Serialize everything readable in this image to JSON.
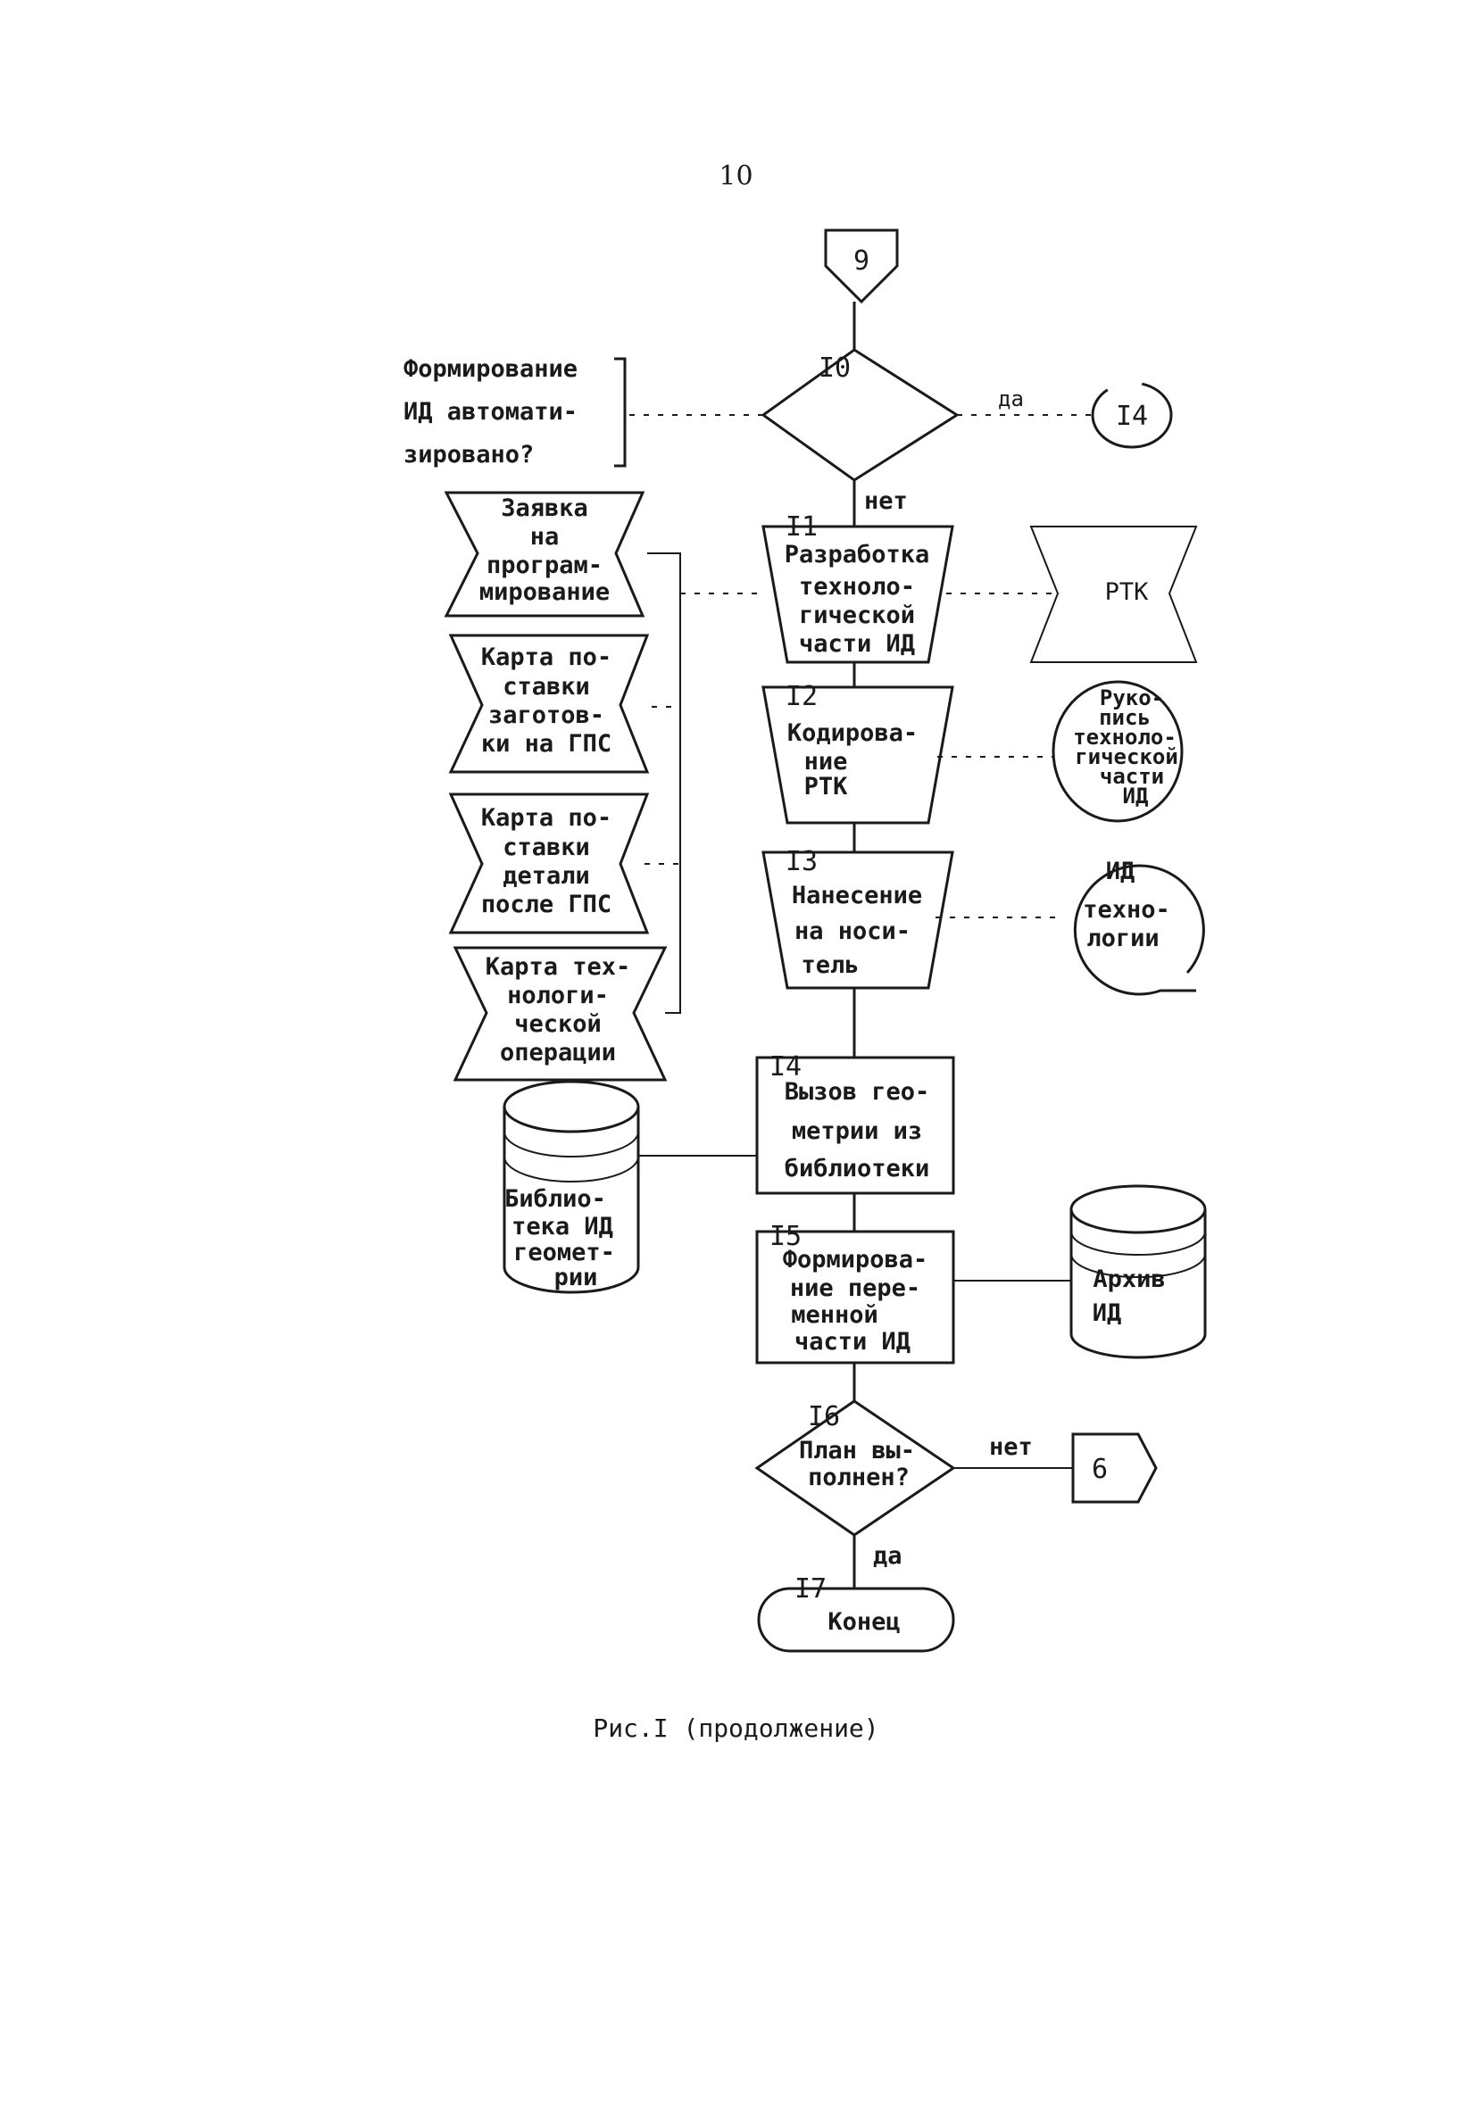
{
  "page_number": "10",
  "caption": "Рис.I (продолжение)",
  "connectors": {
    "in": "9",
    "out_yes_10": "I4",
    "out_no_16": "6"
  },
  "labels": {
    "yes": "да",
    "no": "нет",
    "no2": "нет",
    "yes2": "да"
  },
  "comment_10": [
    "Формирование",
    "ИД автомати-",
    "зировано?"
  ],
  "blocks": {
    "b10": {
      "num": "I0"
    },
    "b11": {
      "num": "I1",
      "lines": [
        "Разработка",
        "техноло-",
        "гической",
        "части ИД"
      ]
    },
    "b12": {
      "num": "I2",
      "lines": [
        "Кодирова-",
        "ние",
        "РТК"
      ]
    },
    "b13": {
      "num": "I3",
      "lines": [
        "Нанесение",
        "на носи-",
        "тель"
      ]
    },
    "b14": {
      "num": "I4",
      "lines": [
        "Вызов гео-",
        "метрии из",
        "библиотеки"
      ]
    },
    "b15": {
      "num": "I5",
      "lines": [
        "Формирова-",
        "ние пере-",
        "менной",
        "части ИД"
      ]
    },
    "b16": {
      "num": "I6",
      "lines": [
        "План вы-",
        "полнен?"
      ]
    },
    "b17": {
      "num": "I7",
      "text": "Конец"
    }
  },
  "documents_left": [
    [
      "Заявка",
      "на",
      "програм-",
      "мирование"
    ],
    [
      "Карта по-",
      "ставки",
      "заготов-",
      "ки на ГПС"
    ],
    [
      "Карта по-",
      "ставки",
      "детали",
      "после ГПС"
    ],
    [
      "Карта тех-",
      "нологи-",
      "ческой",
      "операции"
    ]
  ],
  "rtk_doc": "РТК",
  "manuscript": [
    "Руко-",
    "пись",
    "техноло-",
    "гической",
    "части",
    "ИД"
  ],
  "id_tech": [
    "ИД",
    "техно-",
    "логии"
  ],
  "library": [
    "Библио-",
    "тека ИД",
    "геомет-",
    "рии"
  ],
  "archive": [
    "Архив",
    "ИД"
  ]
}
